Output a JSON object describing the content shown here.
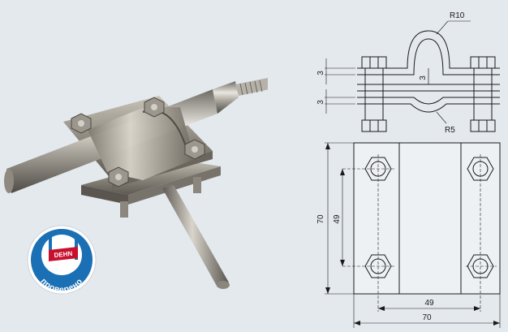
{
  "badge": {
    "logo_text": "DEHN",
    "label": "проверено",
    "color": "#1a6fb5",
    "accent": "#c8102e"
  },
  "drawing": {
    "radius_top": "R10",
    "radius_bottom": "R5",
    "dim_plate_top": "3",
    "dim_gap": "3",
    "dim_plate_bottom": "3",
    "dim_height_outer": "70",
    "dim_height_inner": "49",
    "dim_width_inner": "49",
    "dim_width_outer": "70"
  }
}
